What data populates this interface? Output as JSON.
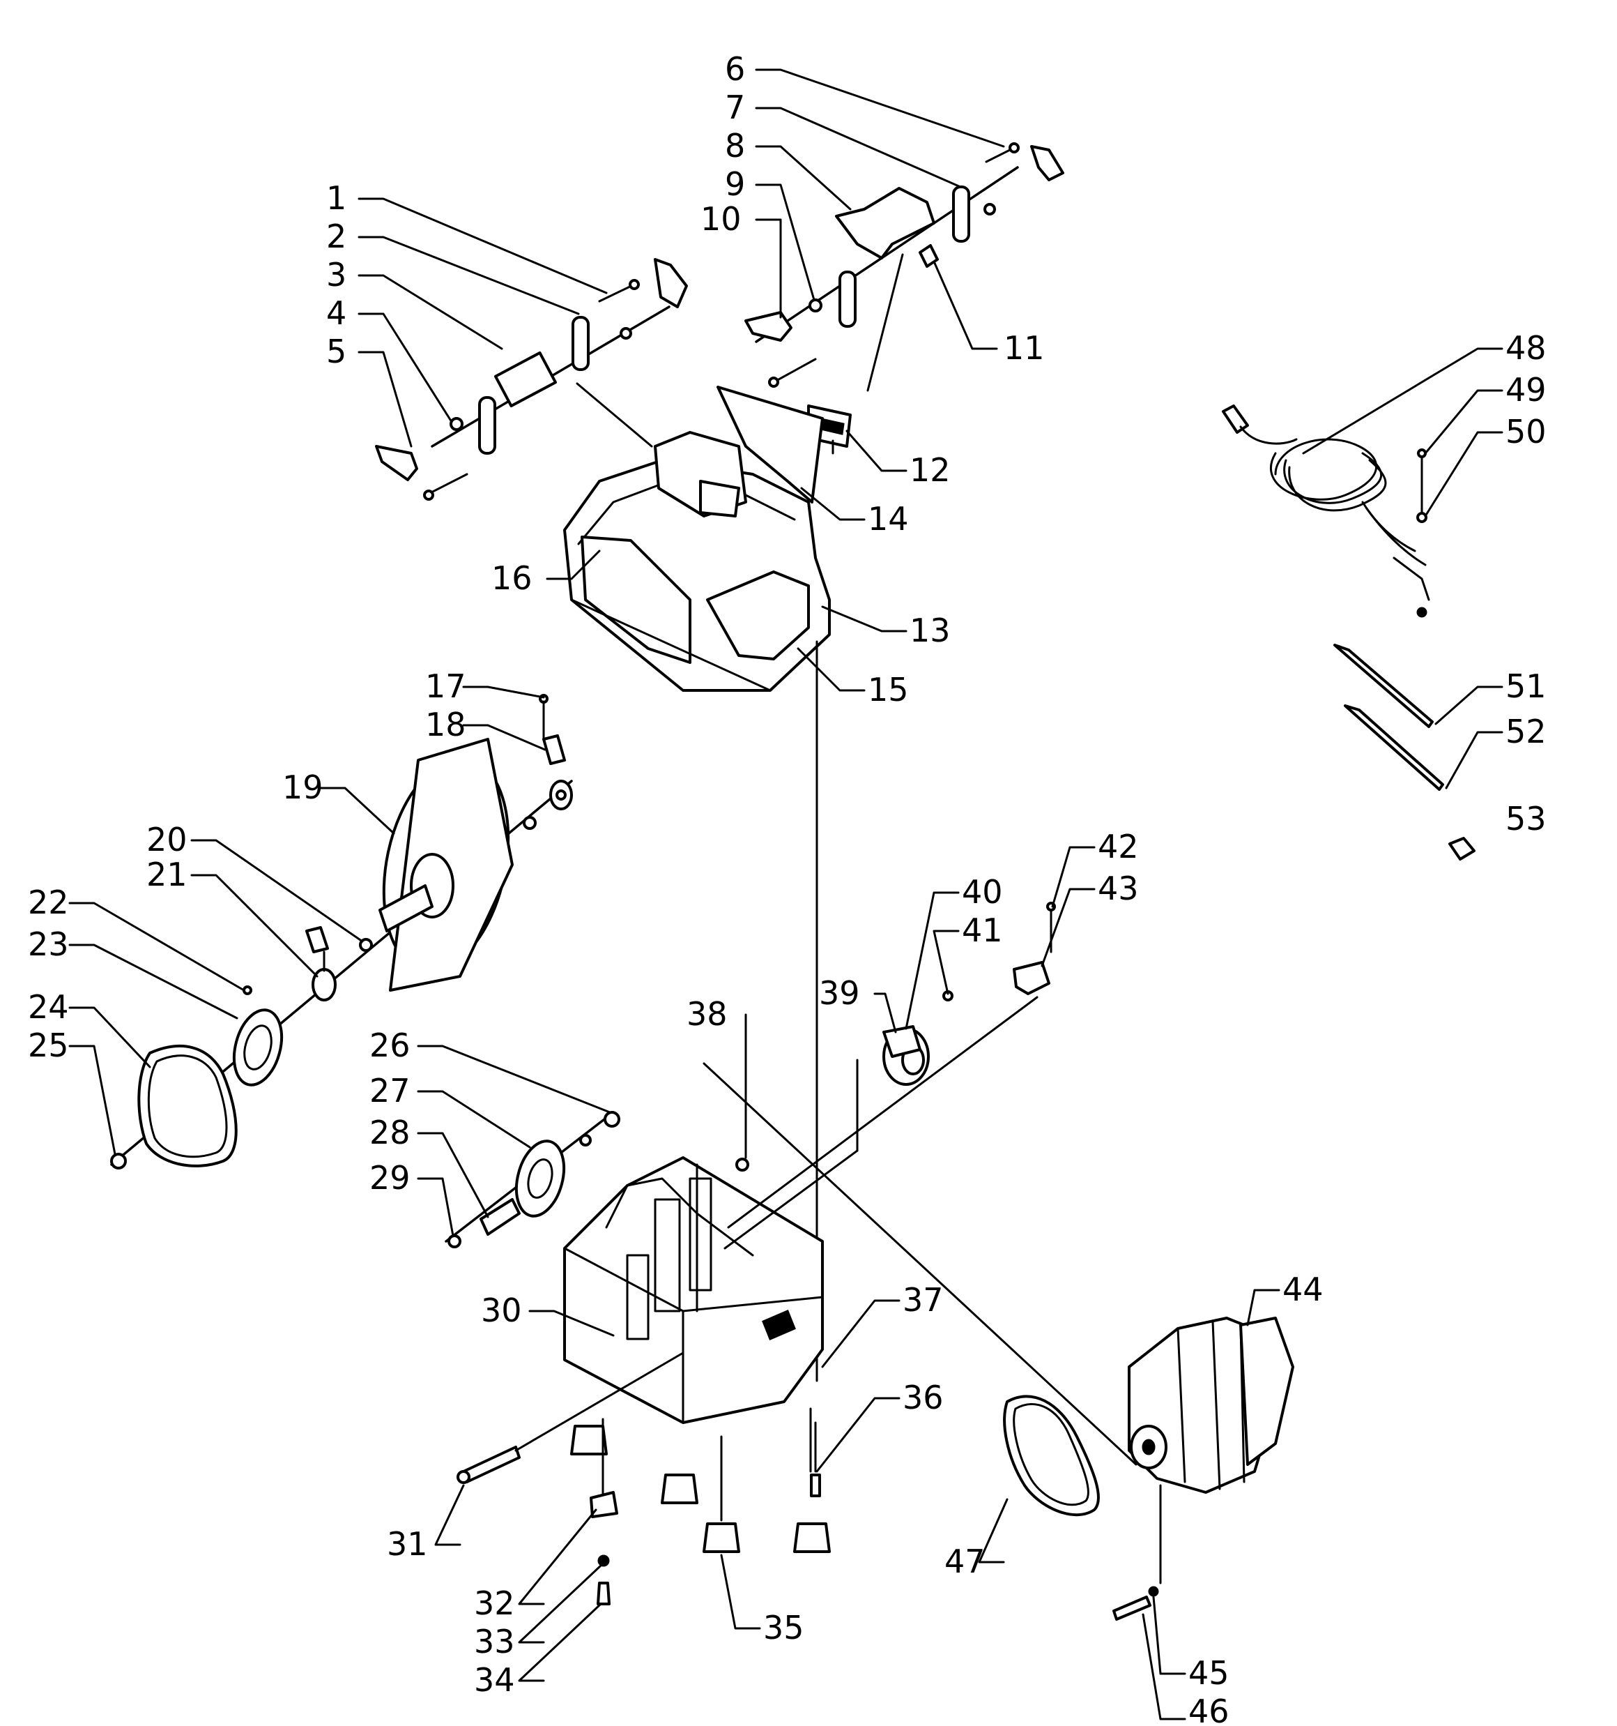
{
  "callouts": [
    {
      "id": "1",
      "label": "1"
    },
    {
      "id": "2",
      "label": "2"
    },
    {
      "id": "3",
      "label": "3"
    },
    {
      "id": "4",
      "label": "4"
    },
    {
      "id": "5",
      "label": "5"
    },
    {
      "id": "6",
      "label": "6"
    },
    {
      "id": "7",
      "label": "7"
    },
    {
      "id": "8",
      "label": "8"
    },
    {
      "id": "9",
      "label": "9"
    },
    {
      "id": "10",
      "label": "10"
    },
    {
      "id": "11",
      "label": "11"
    },
    {
      "id": "12",
      "label": "12"
    },
    {
      "id": "13",
      "label": "13"
    },
    {
      "id": "14",
      "label": "14"
    },
    {
      "id": "15",
      "label": "15"
    },
    {
      "id": "16",
      "label": "16"
    },
    {
      "id": "17",
      "label": "17"
    },
    {
      "id": "18",
      "label": "18"
    },
    {
      "id": "19",
      "label": "19"
    },
    {
      "id": "20",
      "label": "20"
    },
    {
      "id": "21",
      "label": "21"
    },
    {
      "id": "22",
      "label": "22"
    },
    {
      "id": "23",
      "label": "23"
    },
    {
      "id": "24",
      "label": "24"
    },
    {
      "id": "25",
      "label": "25"
    },
    {
      "id": "26",
      "label": "26"
    },
    {
      "id": "27",
      "label": "27"
    },
    {
      "id": "28",
      "label": "28"
    },
    {
      "id": "29",
      "label": "29"
    },
    {
      "id": "30",
      "label": "30"
    },
    {
      "id": "31",
      "label": "31"
    },
    {
      "id": "32",
      "label": "32"
    },
    {
      "id": "33",
      "label": "33"
    },
    {
      "id": "34",
      "label": "34"
    },
    {
      "id": "35",
      "label": "35"
    },
    {
      "id": "36",
      "label": "36"
    },
    {
      "id": "37",
      "label": "37"
    },
    {
      "id": "38",
      "label": "38"
    },
    {
      "id": "39",
      "label": "39"
    },
    {
      "id": "40",
      "label": "40"
    },
    {
      "id": "41",
      "label": "41"
    },
    {
      "id": "42",
      "label": "42"
    },
    {
      "id": "43",
      "label": "43"
    },
    {
      "id": "44",
      "label": "44"
    },
    {
      "id": "45",
      "label": "45"
    },
    {
      "id": "46",
      "label": "46"
    },
    {
      "id": "47",
      "label": "47"
    },
    {
      "id": "48",
      "label": "48"
    },
    {
      "id": "49",
      "label": "49"
    },
    {
      "id": "50",
      "label": "50"
    },
    {
      "id": "51",
      "label": "51"
    },
    {
      "id": "52",
      "label": "52"
    },
    {
      "id": "53",
      "label": "53"
    }
  ]
}
